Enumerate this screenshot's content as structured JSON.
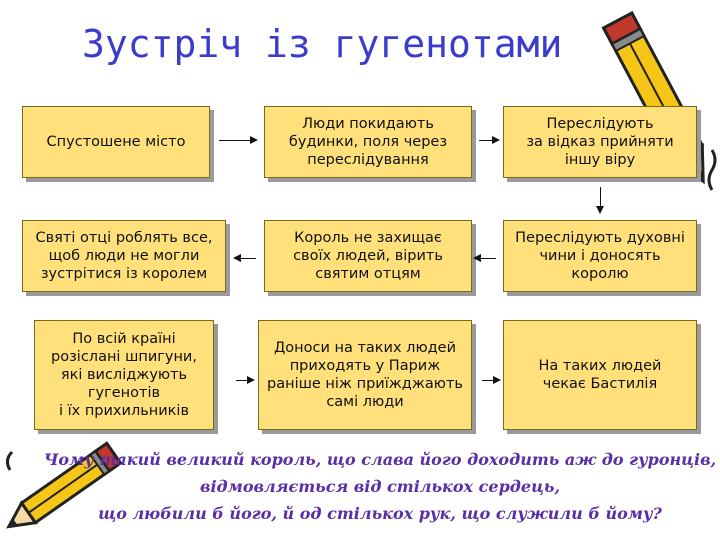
{
  "title": "Зустріч із гугенотами",
  "boxes": {
    "r1c1": "Спустошене місто",
    "r1c2": "Люди покидають\nбудинки, поля через\nпереслідування",
    "r1c3": "Переслідують\nза відказ прийняти\nіншу віру",
    "r2c1": "Святі отці роблять все,\nщоб люди не могли\nзустрітися із королем",
    "r2c2": "Король не захищає\nсвоїх людей, вірить\nсвятим отцям",
    "r2c3": "Переслідують духовні\nчини і доносять\nкоролю",
    "r3c1": "По всій країні\nрозіслані шпигуни,\nякі висліджують\nгугенотів\nі їх прихильників",
    "r3c2": "Доноси на таких людей\nприходять у Париж\nраніше ніж приїжджають\nсамі люди",
    "r3c3": "На таких людей\nчекає Бастилія"
  },
  "quote": "Чому такий великий король, що слава його доходить аж до гуронців,\nвідмовляється від стількох сердець,\nщо любили б його, й од стількох рук, що служили б йому?",
  "colors": {
    "box_fill": "#ffe07a",
    "title": "#3c3ccc",
    "quote": "#5a2ea6"
  },
  "icons": [
    "pencil-icon",
    "pencil-icon"
  ]
}
